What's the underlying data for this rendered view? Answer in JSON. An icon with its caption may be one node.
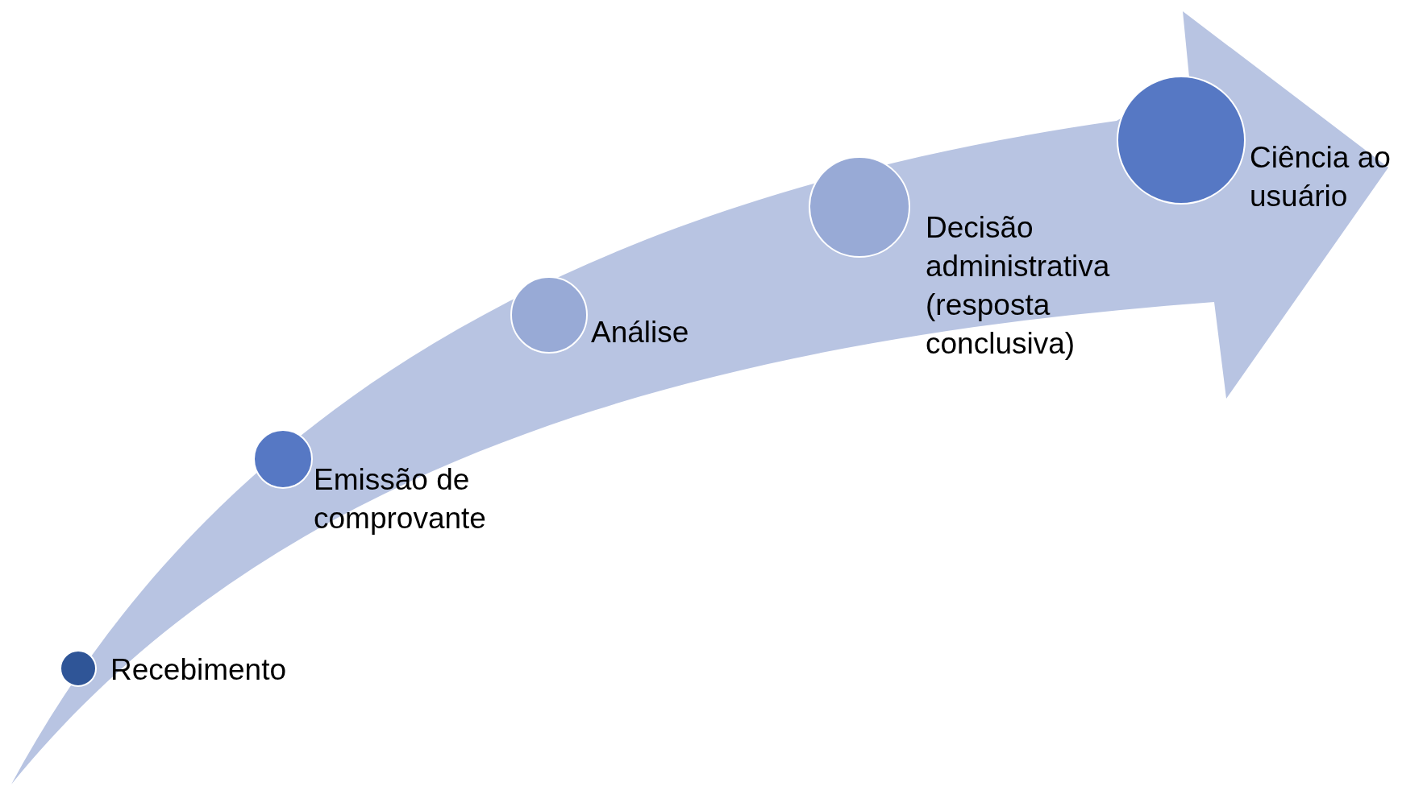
{
  "diagram": {
    "nodes": [
      {
        "text": [],
        "shape": "circle",
        "beside": [
          "Recebimento"
        ]
      },
      {
        "text": [],
        "shape": "circle",
        "beside": [
          "Emissão de comprovante"
        ]
      },
      {
        "text": [],
        "shape": "circle",
        "beside": [
          "Análise"
        ]
      },
      {
        "text": [],
        "shape": "circle",
        "beside": [
          "Decisão administrativa (resposta conclusiva)"
        ]
      },
      {
        "text": [],
        "shape": "circle",
        "beside": [
          "Ciência ao usuário"
        ]
      }
    ]
  }
}
